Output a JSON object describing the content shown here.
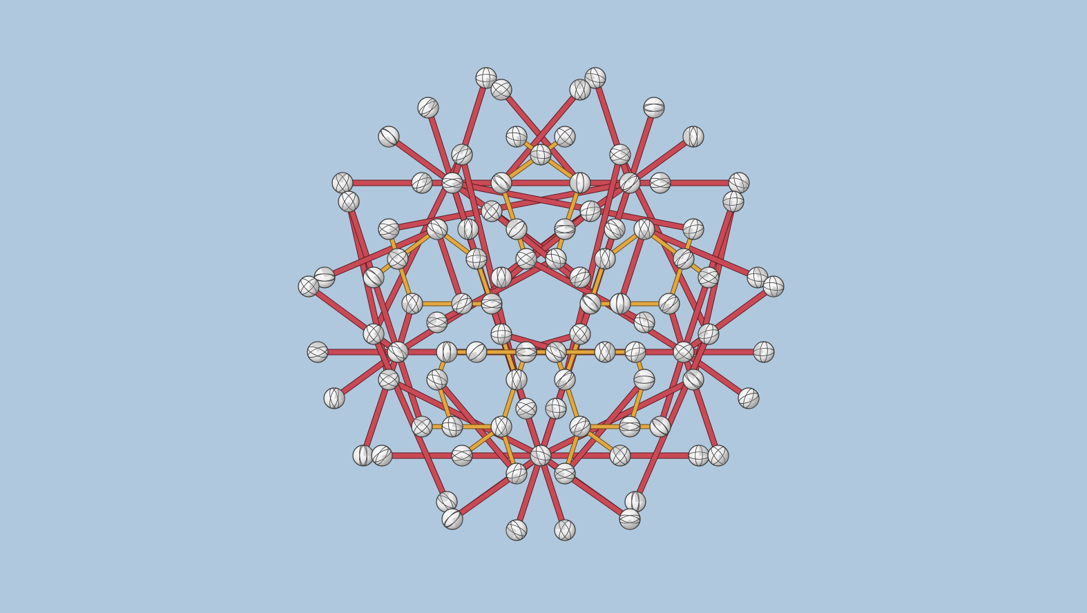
{
  "viewer": {
    "background_color": "#b0c8dd",
    "scene": "molecular-structure",
    "render_style": "ball-and-stick",
    "atom_style": "thermal-ellipsoid",
    "symmetry": "six-fold"
  },
  "palette": {
    "atom_fill_light": "#f4f4f4",
    "atom_fill_dark": "#9a9a9a",
    "atom_outline": "#333333",
    "bond_outer_fill": "#c94a55",
    "bond_outer_edge": "#5a1a22",
    "bond_inner_fill": "#e2a840",
    "bond_inner_edge": "#6b4a12"
  }
}
